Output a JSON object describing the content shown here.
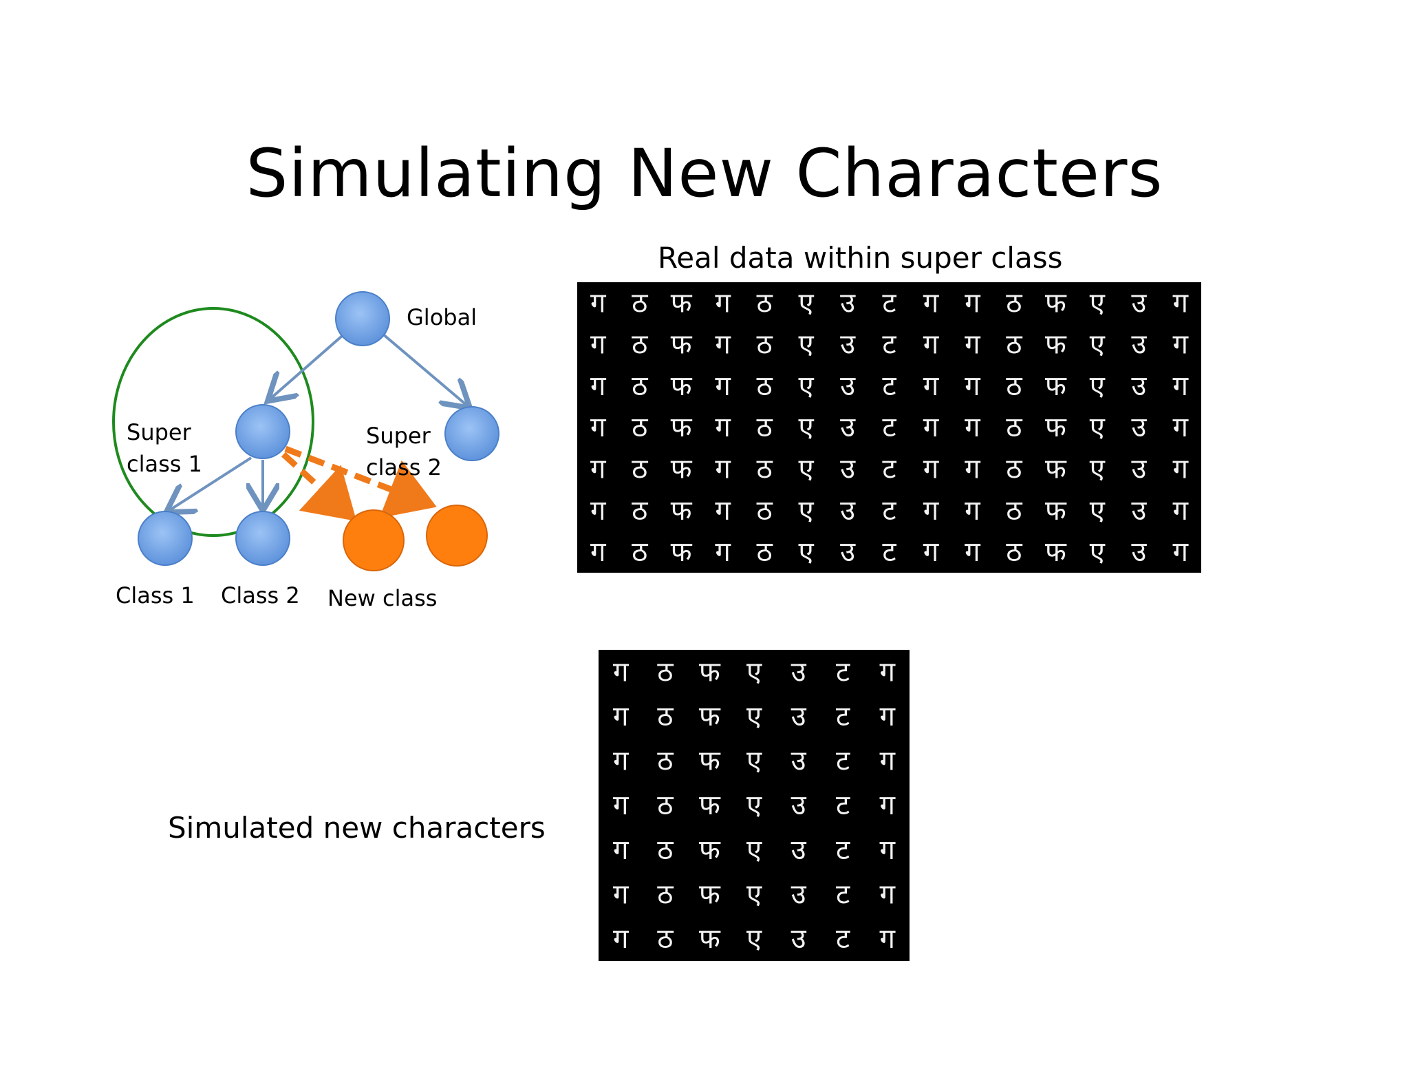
{
  "slide": {
    "title": "Simulating New Characters",
    "real_data_caption": "Real data within super class",
    "simulated_caption": "Simulated new characters"
  },
  "diagram": {
    "global_label": "Global",
    "super1_label_line1": "Super",
    "super1_label_line2": "class 1",
    "super2_label_line1": "Super",
    "super2_label_line2": "class 2",
    "class1_label": "Class 1",
    "class2_label": "Class 2",
    "new_class_label": "New class"
  },
  "colors": {
    "blue_node": "#6ea3e8",
    "blue_node_stroke": "#4a7fc8",
    "orange_node": "#ff7f0e",
    "edge": "#6f93bf",
    "dashed_edge": "#f07a1a",
    "ellipse": "#1e8a1e",
    "panel_bg": "#000000",
    "glyph": "#f2f2f2"
  },
  "real_grid": {
    "rows": 7,
    "cols": 15,
    "glyphs": [
      "ग",
      "ठ",
      "फ",
      "ग",
      "ठ",
      "ए",
      "उ",
      "ट",
      "ग",
      "ग",
      "ठ",
      "फ",
      "ए",
      "उ",
      "ग"
    ]
  },
  "sim_grid": {
    "rows": 7,
    "cols": 7,
    "glyphs": [
      "ग",
      "ठ",
      "फ",
      "ए",
      "उ",
      "ट",
      "ग"
    ]
  }
}
